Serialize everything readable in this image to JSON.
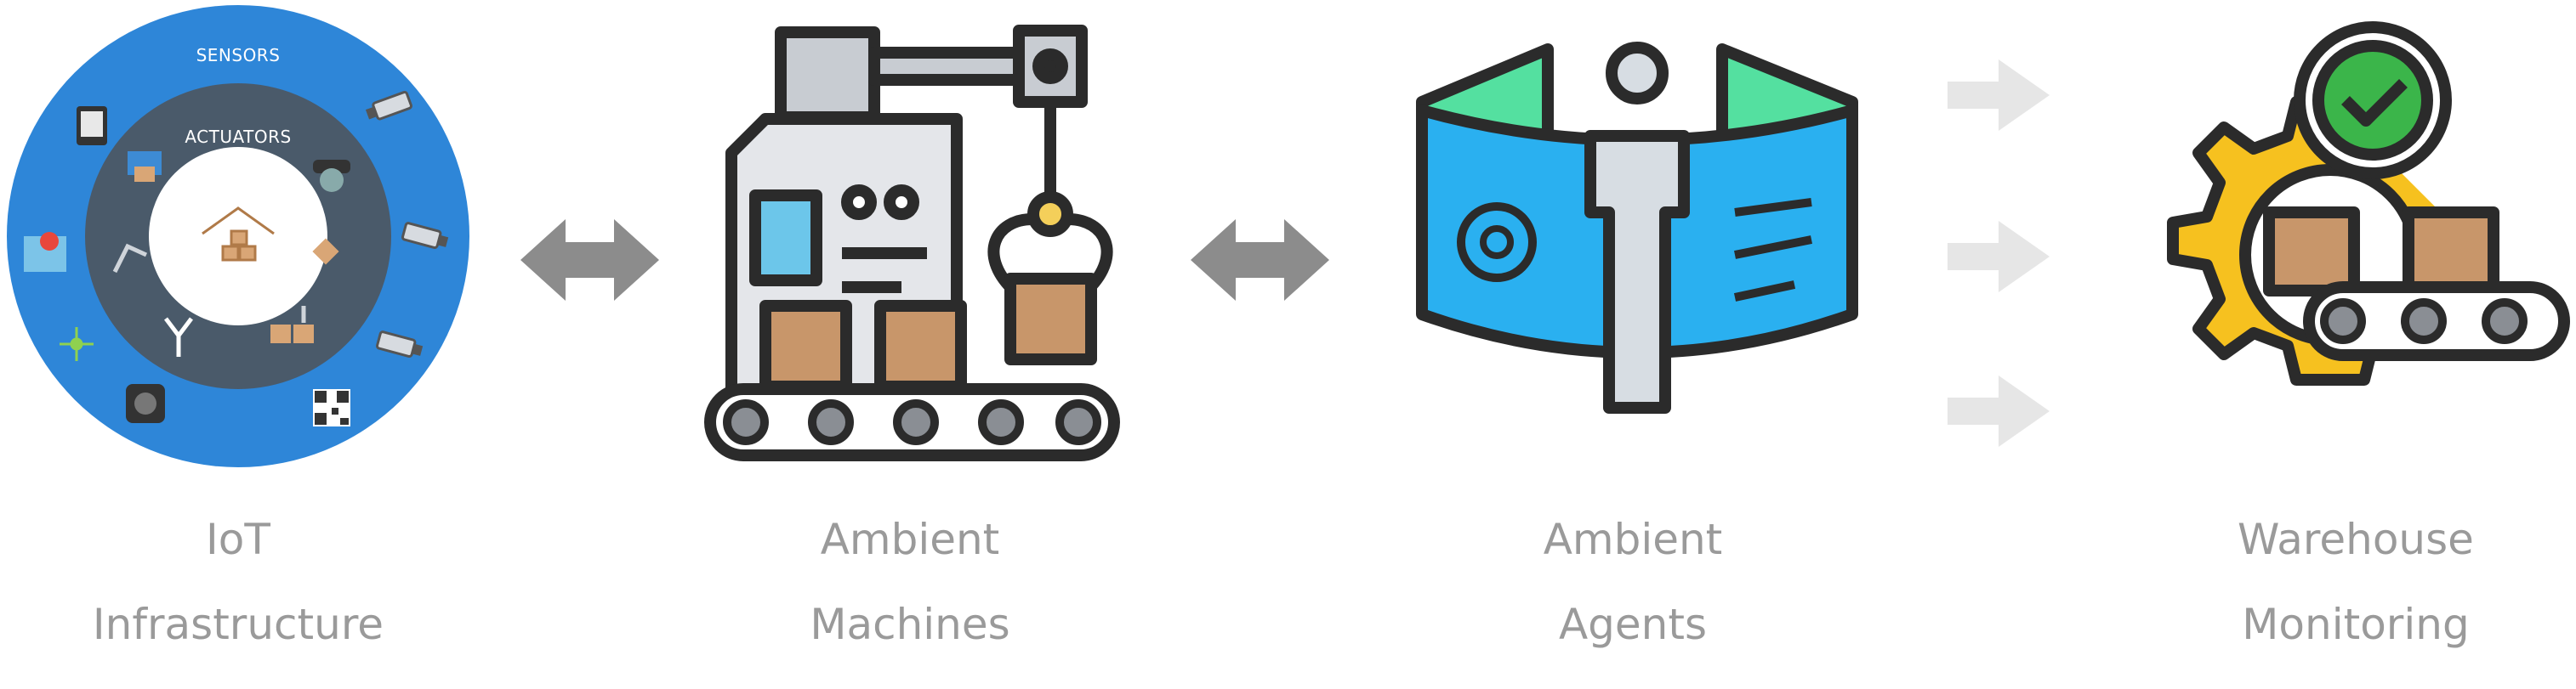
{
  "iot": {
    "outer_label": "SENSORS",
    "inner_label": "ACTUATORS",
    "caption_line1": "IoT",
    "caption_line2": "Infrastructure",
    "colors": {
      "outer": "#2e86d8",
      "inner": "#4a5a6a",
      "center": "#ffffff"
    }
  },
  "machines": {
    "caption_line1": "Ambient",
    "caption_line2": "Machines"
  },
  "agents": {
    "caption_line1": "Ambient",
    "caption_line2": "Agents"
  },
  "warehouse": {
    "caption_line1": "Warehouse",
    "caption_line2": "Monitoring"
  },
  "icons": [
    "double-arrow-icon",
    "robot-arm-factory-icon",
    "holographic-person-icon",
    "right-arrow-icon",
    "gear-conveyor-check-icon"
  ],
  "colors": {
    "caption": "#9a9a9a",
    "arrow": "#8c8c8c",
    "faded_arrow": "#e6e6e6",
    "box": "#c8966a",
    "gear": "#f6c11f",
    "check": "#3bb54a",
    "holo_blue": "#2ab0f0",
    "holo_green": "#54e0a0"
  }
}
